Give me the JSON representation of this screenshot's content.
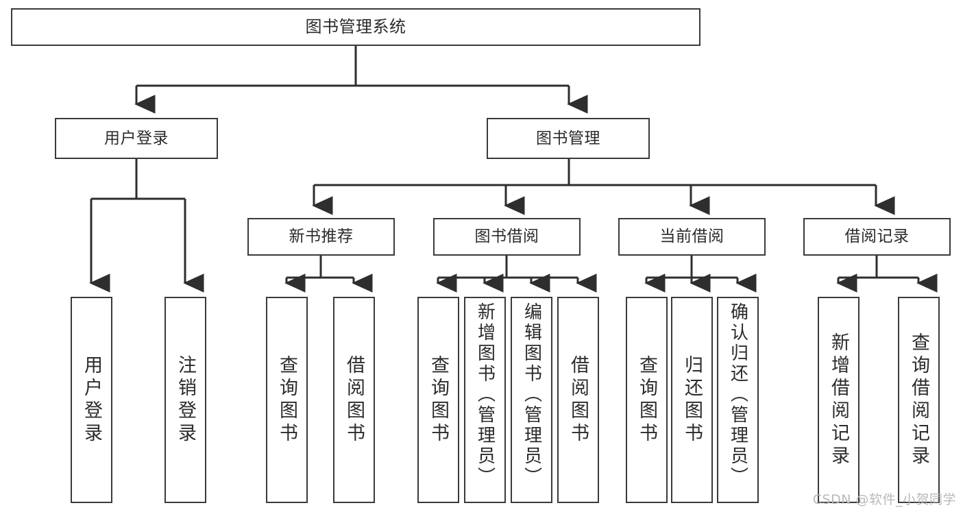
{
  "diagram": {
    "title": "图书管理系统",
    "type": "tree-hierarchy-diagram",
    "colors": {
      "box_border": "#3a3a3a",
      "box_fill": "#ffffff",
      "edge": "#2e2e2e",
      "text": "#2b2b2b",
      "watermark": "#b9b9b9",
      "background": "#ffffff"
    },
    "root": {
      "label": "图书管理系统"
    },
    "level1": [
      {
        "id": "user-login",
        "label": "用户登录"
      },
      {
        "id": "book-manage",
        "label": "图书管理"
      }
    ],
    "level2": [
      {
        "id": "new-book-recommend",
        "label": "新书推荐",
        "parent": "book-manage"
      },
      {
        "id": "book-borrow",
        "label": "图书借阅",
        "parent": "book-manage"
      },
      {
        "id": "current-borrow",
        "label": "当前借阅",
        "parent": "book-manage"
      },
      {
        "id": "borrow-record",
        "label": "借阅记录",
        "parent": "book-manage"
      }
    ],
    "leaves": [
      {
        "id": "leaf-user-login",
        "label": "用户登录",
        "parent": "user-login"
      },
      {
        "id": "leaf-logout-login",
        "label": "注销登录",
        "parent": "user-login"
      },
      {
        "id": "leaf-query-book-1",
        "label": "查询图书",
        "parent": "new-book-recommend"
      },
      {
        "id": "leaf-borrow-book-1",
        "label": "借阅图书",
        "parent": "new-book-recommend"
      },
      {
        "id": "leaf-query-book-2",
        "label": "查询图书",
        "parent": "book-borrow"
      },
      {
        "id": "leaf-add-book",
        "label": "新增图书（管理员）",
        "parent": "book-borrow"
      },
      {
        "id": "leaf-edit-book",
        "label": "编辑图书（管理员）",
        "parent": "book-borrow"
      },
      {
        "id": "leaf-borrow-book-2",
        "label": "借阅图书",
        "parent": "book-borrow"
      },
      {
        "id": "leaf-query-book-3",
        "label": "查询图书",
        "parent": "current-borrow"
      },
      {
        "id": "leaf-return-book",
        "label": "归还图书",
        "parent": "current-borrow"
      },
      {
        "id": "leaf-confirm-return",
        "label": "确认归还（管理员）",
        "parent": "current-borrow"
      },
      {
        "id": "leaf-add-record",
        "label": "新增借阅记录",
        "parent": "borrow-record"
      },
      {
        "id": "leaf-query-record",
        "label": "查询借阅记录",
        "parent": "borrow-record"
      }
    ],
    "watermark": "CSDN @软件_小贺同学"
  }
}
